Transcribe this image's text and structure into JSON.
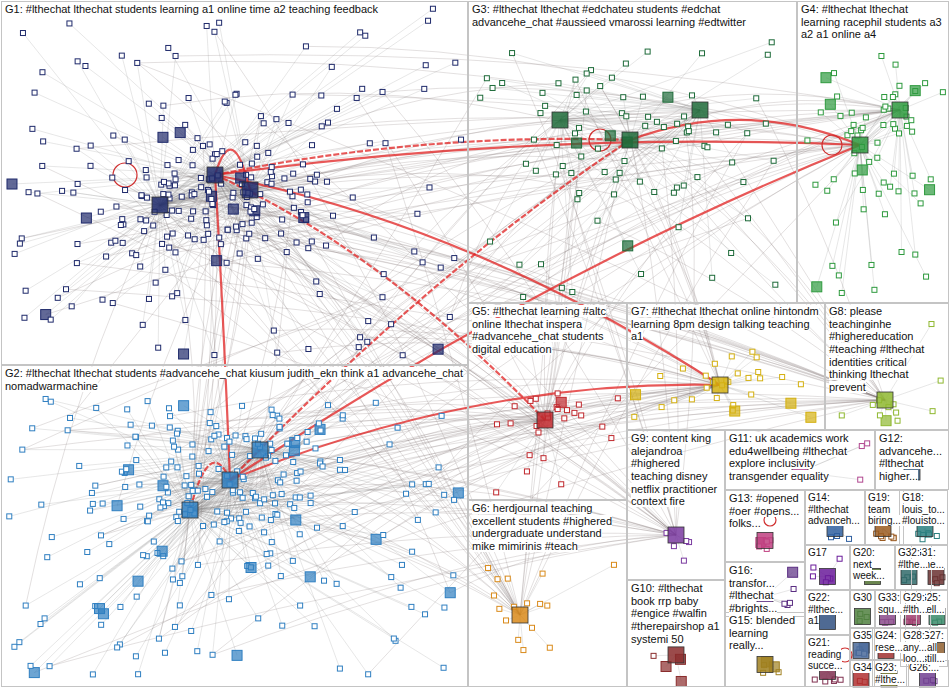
{
  "diagram": {
    "nodes": [
      {
        "text": [
          "G1: #lthechat lthechat students learning a1 online time a2 teaching feedback"
        ]
      },
      {
        "text": [
          "G2: #lthechat lthechat students #advancehe_chat kiusum judith_ekn think a1 advancehe_chat nomadwarmachine"
        ]
      },
      {
        "text": [
          "G3: #lthechat lthechat #edchateu students #edchat advancehe_chat #aussieed vmarossi learning #edtwitter"
        ]
      },
      {
        "text": [
          "G4: #lthechat lthechat learning racephil students a3 a2 a1 online a4"
        ]
      },
      {
        "text": [
          "G5: #lthechat learning #altc online lthechat inspera #advancehe_chat students digital education"
        ]
      },
      {
        "text": [
          "G6: herdjournal teaching excellent students #highered undergraduate understand mike mimirinis #teach"
        ]
      },
      {
        "text": [
          "G7: #lthechat lthechat online hintondm learning 8pm design talking teaching a1"
        ]
      },
      {
        "text": [
          "G8: please teachinginhe #highereducation #teaching #lthechat identities critical thinking lthechat prevent"
        ]
      },
      {
        "text": [
          "G9: content king alejandroa #highered teaching disney netflix practitioner context fire"
        ]
      },
      {
        "text": [
          "G10: #lthechat book rrp baby #engice #walfin #therepairshop a1 systemi 50"
        ]
      },
      {
        "text": [
          "G11: uk academics work edu4wellbeing #lthechat explore inclusivity transgender equality"
        ]
      },
      {
        "text": [
          "G12: advancehe... #lthechat higher..."
        ]
      },
      {
        "text": [
          "G13: #opened #oer #opens... folks..."
        ]
      },
      {
        "text": [
          "G14: #lthechat advanceh..."
        ]
      },
      {
        "text": [
          "G15: blended learning really..."
        ]
      },
      {
        "text": [
          "G16: transfor... #lthechat #brights..."
        ]
      },
      {
        "text": [
          "G17"
        ]
      },
      {
        "text": [
          "G18: louis_to... #louisto..."
        ]
      },
      {
        "text": [
          "G19: team biring..."
        ]
      },
      {
        "text": [
          "G20: next week..."
        ]
      },
      {
        "text": [
          "G21: reading succe..."
        ]
      },
      {
        "text": [
          "G22: #lthec... a1"
        ]
      },
      {
        "text": [
          "G23: #lthe..."
        ]
      },
      {
        "text": [
          "G24: rese..."
        ]
      },
      {
        "text": [
          "G25: well..."
        ]
      },
      {
        "text": [
          "G26:..."
        ]
      },
      {
        "text": [
          "G27: call still..."
        ]
      },
      {
        "text": [
          "G28: any... loo..."
        ]
      },
      {
        "text": [
          "G29: #lth..."
        ]
      },
      {
        "text": [
          "G30"
        ]
      },
      {
        "text": [
          "G31: #lthe..."
        ]
      },
      {
        "text": [
          "G32: #lthe..."
        ]
      },
      {
        "text": [
          "G33: squ..."
        ]
      },
      {
        "text": [
          "G34"
        ]
      },
      {
        "text": [
          "G35"
        ]
      }
    ]
  }
}
